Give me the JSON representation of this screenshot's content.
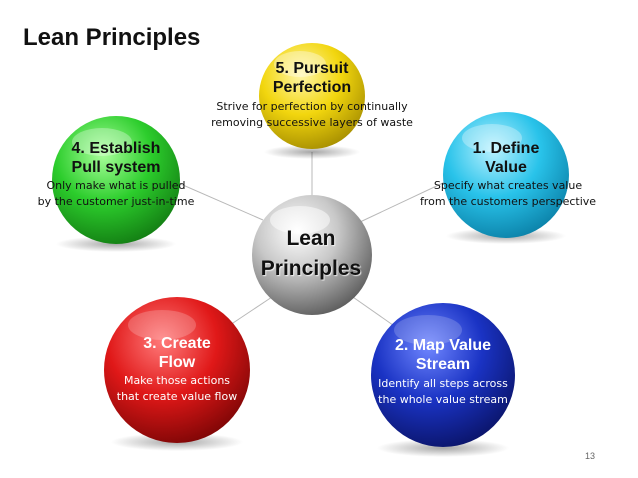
{
  "slide": {
    "title": "Lean Principles",
    "page_number": "13"
  },
  "center": {
    "title_line1": "Lean",
    "title_line2": "Principles"
  },
  "principles": [
    {
      "title_line1": "1. Define",
      "title_line2": "Value",
      "desc_line1": "Specify what creates value",
      "desc_line2": "from the customers perspective",
      "color": "#29c3ea"
    },
    {
      "title_line1": "2. Map Value",
      "title_line2": "Stream",
      "desc_line1": "Identify all steps across",
      "desc_line2": "the whole value stream",
      "color": "#1a33c4"
    },
    {
      "title_line1": "3. Create",
      "title_line2": "Flow",
      "desc_line1": "Make those actions",
      "desc_line2": "that create value flow",
      "color": "#e01818"
    },
    {
      "title_line1": "4. Establish",
      "title_line2": "Pull system",
      "desc_line1": "Only make what is pulled",
      "desc_line2": "by the customer just-in-time",
      "color": "#2ccd2c"
    },
    {
      "title_line1": "5. Pursuit",
      "title_line2": "Perfection",
      "desc_line1": "Strive for perfection by continually",
      "desc_line2": "removing successive layers of waste",
      "color": "#f2d60e"
    }
  ]
}
